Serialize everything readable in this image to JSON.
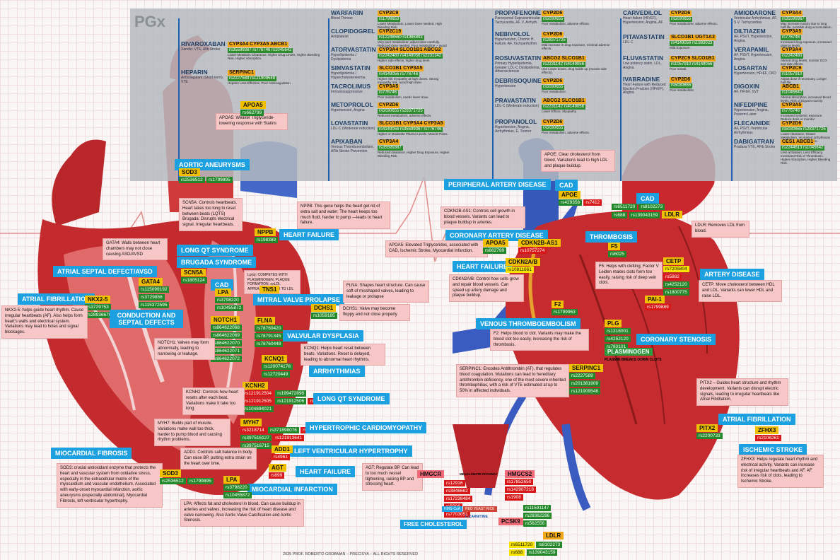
{
  "pgx": {
    "title": "PGx",
    "drugs": [
      {
        "name": "RIVAROXABAN",
        "sub": "Xarelto: VTE, Afib Stroke",
        "genes": "CYP3A4 CYP3A5 ABCB1",
        "rs": "rs35599367 rs776746 rs1045642",
        "effect": "Lower Metabolic Clearance, Higher Drug Levels, Higher Bleeding Risk. Higher Absorption."
      },
      {
        "name": "HEPARIN",
        "sub": "Anticoagulant (Short-term), VTE",
        "genes": "SERPINC1",
        "rs": "rs2227589 rs121909548",
        "effect": "Heparin Less Effective, Poor Anticoagulation."
      },
      {
        "name": "WARFARIN",
        "sub": "Blood Thinner",
        "genes": "CYP2C9",
        "rs": "rs1799853",
        "effect": "Lower Metabolism, Lower Dose needed, High Bleeding Risk."
      },
      {
        "name": "CLOPIDOGREL",
        "sub": "Antiplatelet",
        "genes": "CYP2C19",
        "rs": "rs12248560 rs4986893",
        "effect": "Very poor metabolizer, adjust dose carefully. Reduced dose needed. Poor metabolizer – avoid clopidogrel. Reduced efficacy."
      },
      {
        "name": "ATORVASTATIN",
        "sub": "Hyperlipidemia / Dyslipidemia",
        "genes": "CYP3A4 SLCO1B1 ABCG2",
        "rs": "rs2242480 rs4149056 rs2231142",
        "effect": "Higher side effects, higher drug level."
      },
      {
        "name": "SIMVASTATIN",
        "sub": "Hyperlipidemia / Hypercholesterolemia",
        "genes": "SLCO1B1 CYP3A5",
        "rs": "rs4149056 rs776746",
        "effect": "Higher risk myopathy at high doses. Strong myopathy risk, avoid high dose."
      },
      {
        "name": "TACROLIMUS",
        "sub": "Immunosuppressive",
        "genes": "CYP3A5",
        "rs": "rs776746",
        "effect": "Poor metabolism, needs lower dose."
      },
      {
        "name": "METOPROLOL",
        "sub": "Hypertension, Angina",
        "genes": "CYP2D6",
        "rs": "rs5030655 rs28371725",
        "effect": "Reduced metabolism, adverse effects."
      },
      {
        "name": "LOVASTATIN",
        "sub": "LDL-C (Moderate reduction)",
        "genes": "SLCO1B1 CYP3A4 CYP3A5",
        "rs": "rs4149056 rs35599367 rs776746",
        "effect": "Higher or Moderate Plasma Levels. Muscle Pains."
      },
      {
        "name": "APIXABAN",
        "sub": "Venous Thromboembolism, AFib Stroke Prevention",
        "genes": "CYP3A4",
        "rs": "rs35599367",
        "effect": "Reduced clearance, Higher Drug Exposure, Higher Bleeding Risk."
      },
      {
        "name": "PROPAFENONE",
        "sub": "Paroxysmal Supraventricular Tachycardia, AF, V. Arrhyth.",
        "genes": "CYP2D6",
        "rs": "rs5030655",
        "effect": "Poor metabolizer, adverse effects."
      },
      {
        "name": "NEBIVOLOL",
        "sub": "Hypertension, Chronic H. Failure, AF, Tachyarrhythm.",
        "genes": "CYP2D6",
        "rs": "rs28371725",
        "effect": "Mild increase in drug exposure, minimal adverse effects."
      },
      {
        "name": "ROSUVASTATIN",
        "sub": "Primary Hyperlipidemia, Greater LDL-C Dyslipidemia, Atherosclerosis",
        "genes": "ABCG2 SLCO1B1",
        "rs": "rs2231142 rs4149056",
        "effect": "Use Lower doses, drug builds up (muscle side effects)."
      },
      {
        "name": "DEBRISOQUINE",
        "sub": "Hypertension",
        "genes": "CYP2D6",
        "rs": "rs5030655",
        "effect": "Poor metabolizer."
      },
      {
        "name": "PRAVASTATIN",
        "sub": "LDL-C (Moderate reduction)",
        "genes": "ABCG2 SLCO1B1",
        "rs": "rs2231142 rs4149056",
        "effect": "Lower Efficac. Myopathy."
      },
      {
        "name": "PROPANOLOL",
        "sub": "Hypertension, Angina, Arrhythmias, E. Tremor",
        "genes": "CYP2D6",
        "rs": "rs5030655",
        "effect": "Poor metabolism, adverse effects."
      },
      {
        "name": "CARVEDILOL",
        "sub": "Heart failure (HFrEF), Hypertension, Angina, AF",
        "genes": "CYP2D6",
        "rs": "rs5030655",
        "effect": "Poor metabolizer, adverse effects."
      },
      {
        "name": "PITAVASTATIN",
        "sub": "LDL-C",
        "genes": "SLCO1B1 UGT1A3",
        "rs": "rs4149056 rs1983023",
        "effect": "Mild Exposure."
      },
      {
        "name": "FLUVASTATIN",
        "sub": "Low potency statin, LDL, Angina",
        "genes": "CYP2C9 SLCO1B1",
        "rs": "rs1057910 rs4149056",
        "effect": "Poor metab."
      },
      {
        "name": "IVABRADINE",
        "sub": "Heart Failure with Reduced Ejection Fraction (HFrEF), Angina",
        "genes": "CYP2D6",
        "rs": "rs5030655",
        "effect": "Poor metabolizer."
      },
      {
        "name": "AMIODARONE",
        "sub": "Ventricular Arrhythmias, AF, S.V. Tachycardias",
        "genes": "CYP3A4",
        "rs": "rs35599367",
        "effect": "May increase toxicity due to long half-life, possible drug accumulation."
      },
      {
        "name": "DILTIAZEM",
        "sub": "AF, PSVT, Hypertension, Angina",
        "genes": "CYP3A5",
        "rs": "rs776746",
        "effect": "Increased drug exposure, increased plasma levels."
      },
      {
        "name": "VERAPAMIL",
        "sub": "AF, PSVT, Hypertension, Angina",
        "genes": "CYP3A4",
        "rs": "rs2242480",
        "effect": "Altered drug levels, monitor ECG and side effects."
      },
      {
        "name": "LOSARTAN",
        "sub": "Hypertension, HFrEF, CKD",
        "genes": "CYP2C9",
        "rs": "rs1057910",
        "effect": "Adjust dose if necessary, Longer half-life."
      },
      {
        "name": "DIGOXIN",
        "sub": "AF, HFrEF, SVT",
        "genes": "ABCB1",
        "rs": "rs1045642",
        "effect": "Altered absorption, increased blood levels. Risk of Digoxin toxicity."
      },
      {
        "name": "NIFEDIPINE",
        "sub": "Hypertension, Angina, Preterm Labor",
        "genes": "CYP3A5",
        "rs": "rs776746",
        "effect": "Increased systemic exposure. Reduce dose or monitor hypotension."
      },
      {
        "name": "FLECAINIDE",
        "sub": "AF, PSVT, Ventricular Arrhythmias",
        "genes": "CYP2D6",
        "rs": "rs5030655 rs28371725",
        "effect": "Lower clearance, Slower Metabolism, Increased arrhythmias risk. Avoid or reduce dose."
      },
      {
        "name": "DABIGATRAN",
        "sub": "Pradaxa VTE, AFib Stroke",
        "genes": "CES1 ABCB1",
        "rs": "rs2244613 rs1045642",
        "effect": "Less activation, Less Efficacy, Increased Risk of Thrombosis. Higher Absorption, Higher Bleeding Risk."
      }
    ]
  },
  "left": {
    "apoa5": {
      "label": "APOA5",
      "rs": "rs662799",
      "note": "APOA5: Weaker Triglyceride-lowering response with Statins"
    },
    "aortic": {
      "label": "AORTIC ANEURYSMS",
      "gene": "SOD3",
      "rs": [
        "rs2536512",
        "rs1799895"
      ]
    },
    "scn5a_note": "SCN5A: Controls heartbeats. Heart takes too long to reset between beats (LQTS) Brugada: Disrupts electrical signal. Irregular heartbeats.",
    "nppb_note": "NPPB: This gene helps the heart get rid of extra salt and water. The heart keeps too much fluid, harder to pump —leads to heart failure.",
    "nppb": {
      "gene": "NPPB",
      "rs": "rs198389"
    },
    "heart_failure_1": "HEART FAILURE",
    "gata4_note": "GATA4: Walls between heart chambers may not close causing ASD/AVSD",
    "long_qt_1": "LONG QT SYNDROME",
    "brugada": "BRUGADA SYNDROME",
    "asd": "ATRIAL SEPTAL DEFECT/AVSD",
    "scn5a": {
      "gene": "SCN5A",
      "rs": "rs1805124"
    },
    "gata4": {
      "gene": "GATA4",
      "rs": [
        "rs115099192",
        "rs3729856",
        "rs115372595"
      ]
    },
    "afib_left": "ATRIAL FIBRILLATION",
    "nkx25": {
      "gene": "NKX2-5",
      "rs": [
        "rs3729753",
        "rs28936670"
      ]
    },
    "nkx25_note": "NKX2-5: helps guide heart rhythm. Cause irregular heartbeats (AF). Also helps form heart's walls and electrical system. Variations may lead to holes and signal blockages.",
    "conduction": "CONDUCTION AND SEPTAL DEFECTS",
    "cad_small": "CAD",
    "lpa_top": {
      "gene": "LPA",
      "rs": [
        "rs3798220",
        "rs10455872"
      ]
    },
    "lpa_text": "Lp(a): COMPETES WITH PLASMINOGEN, PLAQUE FORMATION, oxLDL APPEARS. SIMILAR TO LDL",
    "tns1": "TNS1",
    "mvp": "MITRAL VALVE PROLAPSE",
    "flna_note": "FLNA: Shapes heart structure. Can cause soft of misshaped valves, leading to leakage or prolapse",
    "dchs1": {
      "gene": "DCHS1",
      "rs": "rs1059185"
    },
    "dchs1_note": "DCHS1: Valve may become floppy and not close properly",
    "notch1": {
      "gene": "NOTCH1",
      "rs": [
        "rs864622068",
        "rs864622069",
        "rs864622070",
        "rs864622071",
        "rs864622072"
      ]
    },
    "flna": {
      "gene": "FLNA",
      "rs": [
        "rs78760420",
        "rs78791345",
        "rs78760448"
      ]
    },
    "valvular": "VALVULAR DYSPLASIA",
    "notch1_note": "NOTCH1: Valves may form abnormally, leading to narrowing or leakage.",
    "kcnq1_note": "KCNQ1: Helps heart reset between beats. Variations: Reset is delayed, leading to abnormal heart rhythms.",
    "kcnq1": {
      "gene": "KCNQ1",
      "rs": [
        "rs120074178",
        "rs12720449"
      ]
    },
    "arrhythmias": "ARRHYTHMIAS",
    "kcnh2": {
      "gene": "KCNH2",
      "rs": [
        "rs121912504",
        "rs199472898",
        "rs121912505",
        "rs121912506",
        "rs1805120",
        "rs104894021"
      ]
    },
    "kcnh2_note": "KCNH2: Controls how heart resets after each beat. Variations make it take too long.",
    "long_qt_2": "LONG QT SYNDROME",
    "myh7_note": "MYH7: Builds part of muscle. Variations make wall too thick, harder to pump blood and causing rhythm problems.",
    "myh7": {
      "gene": "MYH7",
      "rs": [
        "rs3218714",
        "rs371898076",
        "rs397516194",
        "rs397516127",
        "rs121913641",
        "rs397516715"
      ]
    },
    "hcm": "HYPERTROPHIC CARDIOMYOPATHY",
    "lvh": "LEFT VENTRICULAR HYPERTROPHY",
    "add1_note": "ADD1: Controls salt balance in body. Can raise BP, putting extra strain on the heart over time.",
    "add1": {
      "gene": "ADD1",
      "rs": "rs4961"
    },
    "heart_failure_2": "HEART FAILURE",
    "agt": {
      "gene": "AGT",
      "rs": "rs699"
    },
    "agt_note": "AGT: Regulate BP. Can lead to too much vessel tightening, raising BP and stressing heart.",
    "mi": "MIOCARDIAL INFARCTION",
    "fibrosis": "MIOCARDIAL FIBROSIS",
    "sod3_note": "SOD3: crucial antioxidant enzyme that protects the heart and vascular system from oxidative stress, especially in the extracellular matrix of the myocardium and vascular endothelium. Associated with early-onset myocardial infarction, aortic aneurysms (especially abdominal), Myocardial Fibrosis, left ventricular hypertrophy.",
    "sod3": {
      "gene": "SOD3",
      "rs": [
        "rs2536512",
        "rs1799895"
      ]
    },
    "lpa_bottom": {
      "gene": "LPA",
      "rs": [
        "rs3798220",
        "rs10455872"
      ]
    },
    "lpa_note": "LPA: Affects fat and cholesterol in blood. Can cause buildup in arteries and valves, increasing the risk of heart disease and valve narrowing. Also Aortic Valve Calcification and Aortic Stenosis."
  },
  "right": {
    "apoe_note": "APOE: Clear cholesterol from blood. Variations lead to high LDL and plaque buildup.",
    "pad": "PERIPHERAL ARTERY DISEASE",
    "cad1": "CAD",
    "apoe": {
      "gene": "APOE",
      "rs": [
        "rs429358",
        "rs7412"
      ]
    },
    "cad2": "CAD",
    "ldlr": {
      "gene": "LDLR",
      "rs": [
        "rs6511720",
        "rs688",
        "rs8102273",
        "rs139043159"
      ]
    },
    "ldlr_note": "LDLR: Removes LDL from blood.",
    "cdkn2bas1_note": "CDKN2B-AS1: Controls cell growth in blood vessels. Variants can lead to plaque buildup in arteries.",
    "coronary": "CORONARY ARTERY DISEASE",
    "thrombosis": "THROMBOSIS",
    "apoa5_note": "APOA5: Elevated Triglycerides, associated with CAD, Ischemic Stroke, Myocardial Infarction.",
    "apoa5": {
      "gene": "APOA5",
      "rs": "rs662799"
    },
    "cdkn2bas1": {
      "gene": "CDKN2B-AS1",
      "rs": "rs10757274"
    },
    "f5": {
      "gene": "F5",
      "rs": "rs6025"
    },
    "heart_failure": "HEART FAILURE",
    "cdkn2ab": {
      "gene": "CDKN2A/B",
      "rs": "rs10811661"
    },
    "f5_note": "F5: Helps with clotting; Factor V Leiden makes clots form too easily, raising risk of deep vein clots.",
    "cetp": {
      "gene": "CETP",
      "rs": [
        "rs7205804",
        "rs708272",
        "rs4252120",
        "rs1800775"
      ]
    },
    "cetp_red": "rs5882",
    "artery": "ARTERY DISEASE",
    "cetp_note": "CETP: Move cholesterol between HDL and LDL. Variants can lower HDL and raise LDL.",
    "cdkn2ab_note": "CDKN2A/B: Control how cells grow and repair blood vessels. Can speed up artery damage and plaque buildup.",
    "f2": {
      "gene": "F2",
      "rs": "rs1799963"
    },
    "pai1": {
      "gene": "PAI-1",
      "rs": "rs1799889"
    },
    "vte": "VENOUS THROMBOEMBOLISM",
    "f2_note": "F2: Helps blood to clot. Variants may make the blood clot too easily, increasing the risk of thrombosis.",
    "plg": {
      "gene": "PLG",
      "rs": [
        "rs1316001",
        "rs4252120",
        "rs783101"
      ]
    },
    "stenosis": "CORONARY STENOSIS",
    "plasminogen": "PLASMINOGEN",
    "plasmin_text": "PLASMIN BREAKS DOWN CLOTS",
    "serpinc1_note": "SERPINC1: Encodes Antithrombin (AT), that regulates blood coagulation. Mutations can lead to hereditary antithrombin deficiency, one of the most severe inherited thrombophilias, with a risk of VTE estimated at up to 50% in affected individuals.",
    "serpinc1": {
      "gene": "SERPINC1",
      "rs": [
        "rs2227589",
        "rs201381909",
        "rs121909548"
      ]
    },
    "pitx2_note": "PITX2 – Guides heart structure and rhythm development. Variants can disrupt electric signals, leading to irregular heartbeats like Atrial Fibrillation.",
    "afib": "ATRIAL FIBRILLATION",
    "pitx2": {
      "gene": "PITX2",
      "rs": "rs2200733"
    },
    "zfhx3": {
      "gene": "ZFHX3",
      "rs": "rs2106261"
    },
    "stroke": "ISCHEMIC STROKE",
    "zfhx3_note": "ZFHX3: Helps regulate heart rhythm and electrical activity. Variants can increase risk of irregular heartbeats and AF. AF increases risk of clots, leading to Ischemic Stroke.",
    "hmgcr": {
      "gene": "HMGCR",
      "rs": [
        "rs12916",
        "rs3846662",
        "rs17238484",
        "rs5908",
        "rs7703051"
      ]
    },
    "hmgcs2": {
      "gene": "HMGCS2",
      "rs": [
        "rs17852650",
        "rs142907218",
        "rs1908"
      ]
    },
    "pcsk9": {
      "gene": "PCSK9",
      "rs": [
        "rs11591147",
        "rs28362286",
        "rs562556"
      ]
    },
    "ldlr_bottom": {
      "gene": "LDLR",
      "rs": [
        "rs6511720",
        "rs688",
        "rs8102273",
        "rs139043159"
      ]
    },
    "mevalonate": "MEVALONATE PATHWAY",
    "red_yeast": "RED YEAST RICE",
    "lcarnitine": "L-CARNITINE",
    "hmgcoa": "HMG-CoA",
    "free_chol": "FREE CHOLESTEROL"
  },
  "footer": "2025 PROF. ROBERTO GROBMAN – PRECISYA – ALL RIGHTS RESERVED"
}
